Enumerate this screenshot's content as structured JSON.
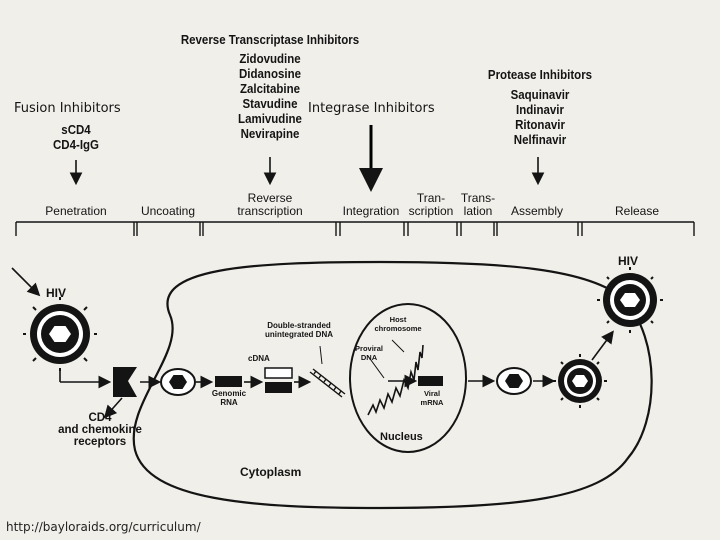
{
  "inhibitors": {
    "fusion": {
      "heading": "Fusion Inhibitors",
      "items": [
        "sCD4",
        "CD4-IgG"
      ]
    },
    "reverse_transcriptase": {
      "heading": "Reverse Transcriptase Inhibitors",
      "items": [
        "Zidovudine",
        "Didanosine",
        "Zalcitabine",
        "Stavudine",
        "Lamivudine",
        "Nevirapine"
      ]
    },
    "integrase": {
      "heading": "Integrase Inhibitors"
    },
    "protease": {
      "heading": "Protease Inhibitors",
      "items": [
        "Saquinavir",
        "Indinavir",
        "Ritonavir",
        "Nelfinavir"
      ]
    }
  },
  "stages": [
    "Penetration",
    "Uncoating",
    "Reverse transcription",
    "Integration",
    "Tran- scription",
    "Trans- lation",
    "Assembly",
    "Release"
  ],
  "diagram": {
    "hiv_in": "HIV",
    "hiv_out": "HIV",
    "receptor": [
      "CD4",
      "and chemokine",
      "receptors"
    ],
    "genomic_rna": [
      "Genomic",
      "RNA"
    ],
    "cdna": "cDNA",
    "ds_dna": [
      "Double-stranded",
      "unintegrated DNA"
    ],
    "host_chromosome": [
      "Host",
      "chromosome"
    ],
    "proviral_dna": [
      "Proviral",
      "DNA"
    ],
    "viral_mrna": [
      "Viral",
      "mRNA"
    ],
    "nucleus": "Nucleus",
    "cytoplasm": "Cytoplasm"
  },
  "source_url": "http://bayloraids.org/curriculum/"
}
